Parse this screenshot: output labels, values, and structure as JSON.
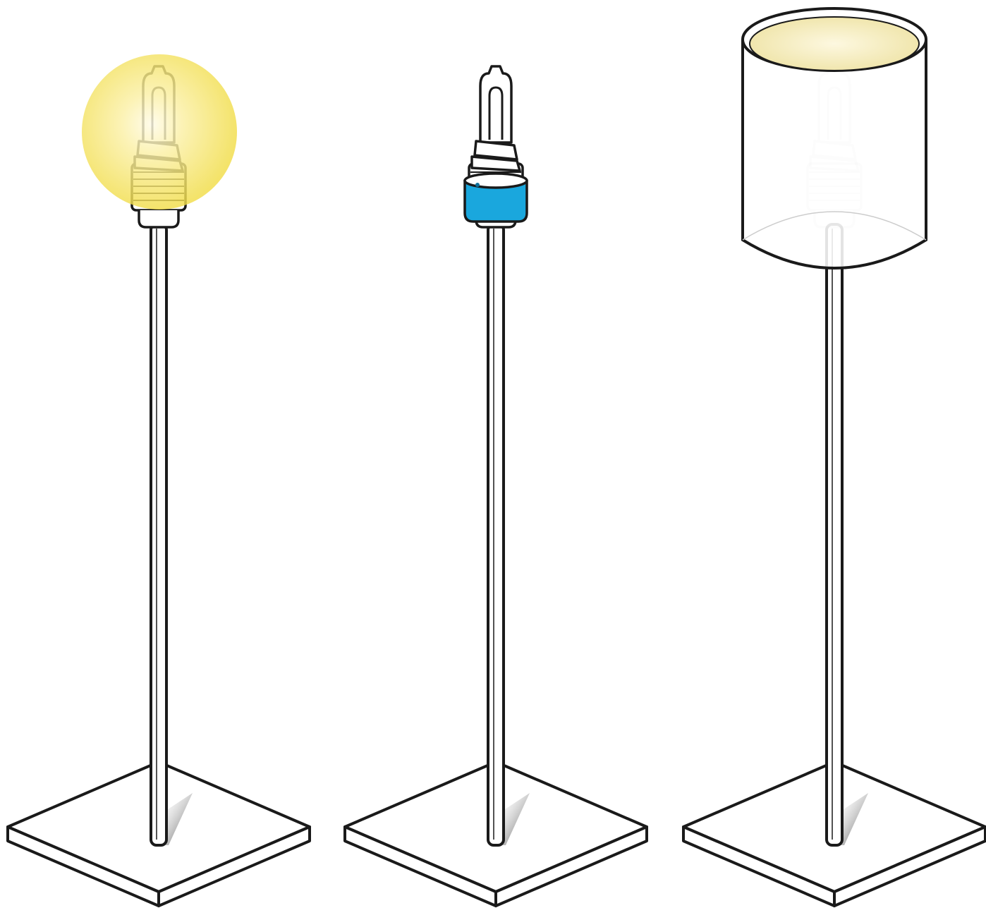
{
  "figure": {
    "panels": [
      {
        "id": "lit-bulb",
        "glow": true,
        "collar": false,
        "shade": false
      },
      {
        "id": "collar-installed",
        "glow": false,
        "collar": true,
        "shade": false
      },
      {
        "id": "shade-installed",
        "glow": false,
        "collar": false,
        "shade": true
      }
    ]
  },
  "colors": {
    "outline": "#1a1a1a",
    "glow": "#f4e04a",
    "glow_center": "#fffbe6",
    "collar": "#1aa7dd",
    "shade_inner": "#f3e9b5",
    "base_shadow": "#555555"
  },
  "icons": {
    "lamp": "floor-lamp-icon",
    "bulb": "halogen-bulb-icon",
    "collar": "blue-collar-ring-icon",
    "shade": "cylinder-shade-icon"
  }
}
